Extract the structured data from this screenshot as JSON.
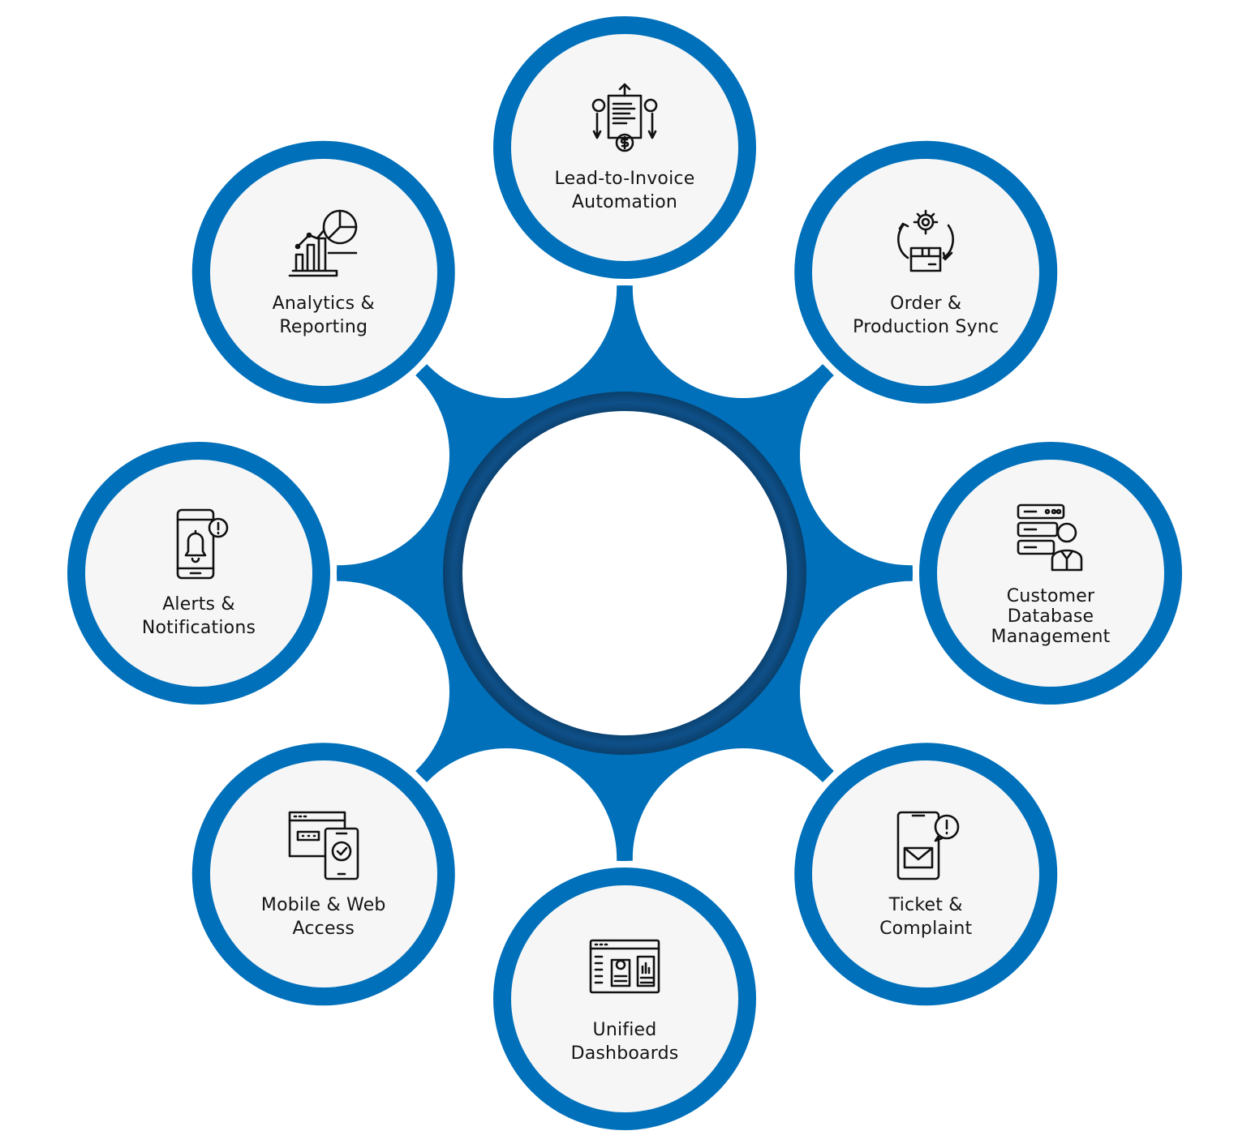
{
  "colors": {
    "primary_blue": "#0070ba",
    "hub_ring": "#0d4a7a",
    "node_fill": "#f6f6f6"
  },
  "nodes": [
    {
      "label": "Lead-to-Invoice\nAutomation",
      "icon": "invoice-automation-icon"
    },
    {
      "label": "Order &\nProduction Sync",
      "icon": "order-sync-icon"
    },
    {
      "label": "Customer\nDatabase\nManagement",
      "icon": "customer-database-icon"
    },
    {
      "label": "Ticket &\nComplaint",
      "icon": "ticket-complaint-icon"
    },
    {
      "label": "Unified\nDashboards",
      "icon": "dashboard-icon"
    },
    {
      "label": "Mobile & Web\nAccess",
      "icon": "mobile-web-icon"
    },
    {
      "label": "Alerts &\nNotifications",
      "icon": "alert-notification-icon"
    },
    {
      "label": "Analytics &\nReporting",
      "icon": "analytics-icon"
    }
  ]
}
